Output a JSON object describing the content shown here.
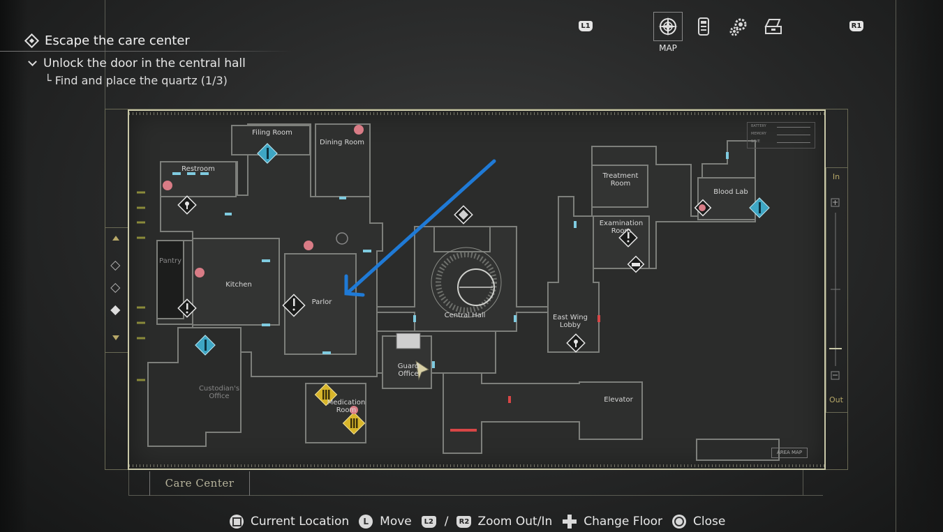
{
  "objectives": {
    "main": "Escape the care center",
    "sub": "Unlock the door in the central hall",
    "task": "└ Find and place the quartz (1/3)"
  },
  "nav": {
    "l1": "L1",
    "r1": "R1",
    "active_label": "MAP",
    "icons": [
      "map-compass-icon",
      "files-icon",
      "gears-icon",
      "inventory-case-icon"
    ]
  },
  "map": {
    "area_name": "Care Center",
    "area_map_button": "AREA MAP",
    "zoom_in_label": "In",
    "zoom_out_label": "Out",
    "legend": [
      "BATTERY",
      "MEMORY",
      "SAVE"
    ],
    "rooms": {
      "filing_room": "Filing Room",
      "dining_room": "Dining Room",
      "restroom": "Restroom",
      "pantry": "Pantry",
      "kitchen": "Kitchen",
      "parlor": "Parlor",
      "central_hall": "Central Hall",
      "east_wing_lobby_1": "East Wing",
      "east_wing_lobby_2": "Lobby",
      "treatment_room_1": "Treatment",
      "treatment_room_2": "Room",
      "examination_room_1": "Examination",
      "examination_room_2": "Room",
      "blood_lab": "Blood Lab",
      "custodians_office_1": "Custodian's",
      "custodians_office_2": "Office",
      "guard_office_1": "Guard",
      "guard_office_2": "Office",
      "medication_room_1": "Medication",
      "medication_room_2": "Room",
      "elevator": "Elevator"
    },
    "colors": {
      "arrow": "#1f7ad6",
      "door": "#7fcbe0",
      "locked_door": "#d84646",
      "diamond_blue": "#3ea6c4",
      "diamond_yellow": "#d8b52a",
      "flower": "#d97c86"
    }
  },
  "controls": {
    "current_location": "Current Location",
    "move": "Move",
    "l2": "L2",
    "r2": "R2",
    "slash": "/",
    "zoom": "Zoom Out/In",
    "change_floor": "Change Floor",
    "close": "Close"
  }
}
